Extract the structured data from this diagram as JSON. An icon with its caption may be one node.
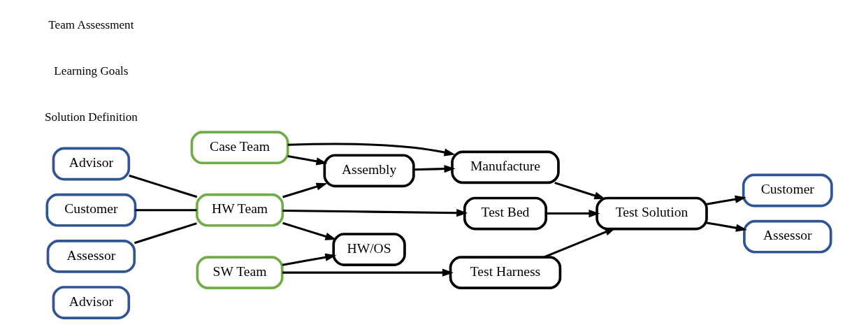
{
  "diagram": {
    "nodes": [
      {
        "text": [
          "Advisor"
        ]
      },
      {
        "text": [
          "Advisor"
        ]
      },
      {
        "text": [
          "Customer"
        ]
      },
      {
        "text": [
          "Assessor"
        ]
      },
      {
        "text": [
          "Case Team"
        ]
      },
      {
        "text": [
          "HW Team"
        ]
      },
      {
        "text": [
          "SW Team"
        ]
      },
      {
        "text": [
          "Assembly"
        ]
      },
      {
        "text": [
          "HW/OS"
        ]
      },
      {
        "text": [
          "Manufacture"
        ]
      },
      {
        "text": [
          "Test Bed"
        ]
      },
      {
        "text": [
          "Test Harness"
        ]
      },
      {
        "text": [
          "Test Solution"
        ]
      },
      {
        "text": [
          "Customer"
        ]
      },
      {
        "text": [
          "Assessor"
        ]
      }
    ],
    "edges": [
      {
        "from": 1,
        "to": 5,
        "arrow": "none"
      },
      {
        "from": 2,
        "to": 5,
        "arrow": "none"
      },
      {
        "from": 3,
        "to": 5,
        "arrow": "none"
      },
      {
        "from": 4,
        "to": 9,
        "arrow": "to"
      },
      {
        "from": 4,
        "to": 7,
        "arrow": "to"
      },
      {
        "from": 5,
        "to": 7,
        "arrow": "to"
      },
      {
        "from": 5,
        "to": 10,
        "arrow": "to"
      },
      {
        "from": 5,
        "to": 8,
        "arrow": "to"
      },
      {
        "from": 6,
        "to": 8,
        "arrow": "to"
      },
      {
        "from": 6,
        "to": 11,
        "arrow": "to"
      },
      {
        "from": 7,
        "to": 9,
        "arrow": "to"
      },
      {
        "from": 9,
        "to": 12,
        "arrow": "to"
      },
      {
        "from": 10,
        "to": 12,
        "arrow": "to"
      },
      {
        "from": 11,
        "to": 12,
        "arrow": "to"
      },
      {
        "from": 12,
        "to": 13,
        "arrow": "to"
      },
      {
        "from": 12,
        "to": 14,
        "arrow": "to"
      }
    ],
    "labels": [
      "Solution Definition",
      "Learning Goals",
      "Team Assessment"
    ]
  }
}
